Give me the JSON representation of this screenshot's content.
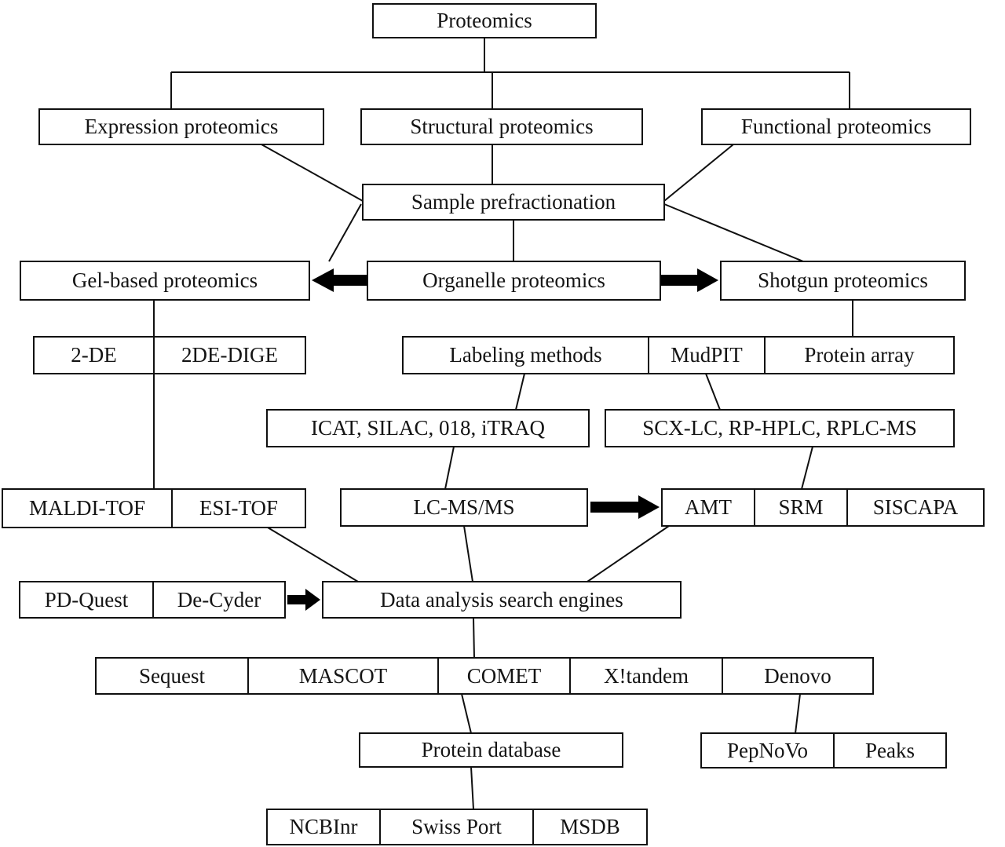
{
  "figure": {
    "background_color": "#ffffff",
    "line_color": "#101010",
    "arrow_color": "#000000"
  },
  "nodes": {
    "proteomics": {
      "label": "Proteomics"
    },
    "expression": {
      "label": "Expression proteomics"
    },
    "structural": {
      "label": "Structural proteomics"
    },
    "functional": {
      "label": "Functional proteomics"
    },
    "sample_prefractionation": {
      "label": "Sample prefractionation"
    },
    "gel_based": {
      "label": "Gel-based proteomics"
    },
    "organelle": {
      "label": "Organelle proteomics"
    },
    "shotgun": {
      "label": "Shotgun proteomics"
    },
    "gel_methods": {
      "cells": [
        "2-DE",
        "2DE-DIGE"
      ]
    },
    "shotgun_methods": {
      "cells": [
        "Labeling methods",
        "MudPIT",
        "Protein array"
      ]
    },
    "labeling_reagents": {
      "label": "ICAT, SILAC, 018, iTRAQ"
    },
    "separation_methods": {
      "label": "SCX-LC, RP-HPLC, RPLC-MS"
    },
    "ms_instruments": {
      "cells": [
        "MALDI-TOF",
        "ESI-TOF"
      ]
    },
    "lc_ms_ms": {
      "label": "LC-MS/MS"
    },
    "targeted_methods": {
      "cells": [
        "AMT",
        "SRM",
        "SISCAPA"
      ]
    },
    "gel_analysis_tools": {
      "cells": [
        "PD-Quest",
        "De-Cyder"
      ]
    },
    "data_analysis": {
      "label": "Data analysis search engines"
    },
    "search_engines": {
      "cells": [
        "Sequest",
        "MASCOT",
        "COMET",
        "X!tandem",
        "Denovo"
      ]
    },
    "protein_database": {
      "label": "Protein database"
    },
    "denovo_tools": {
      "cells": [
        "PepNoVo",
        "Peaks"
      ]
    },
    "databases": {
      "cells": [
        "NCBInr",
        "Swiss Port",
        "MSDB"
      ]
    }
  }
}
